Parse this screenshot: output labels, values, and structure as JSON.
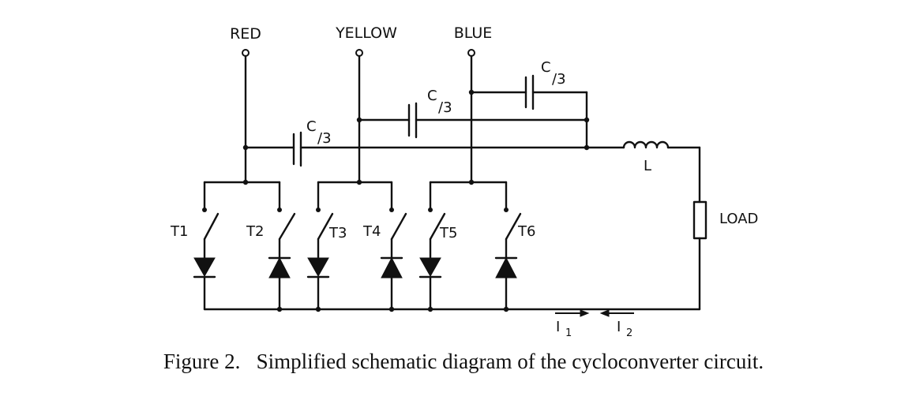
{
  "phases": {
    "red": "RED",
    "yellow": "YELLOW",
    "blue": "BLUE"
  },
  "capacitor_label": {
    "c": "C",
    "div": "/3"
  },
  "inductor_label": "L",
  "load_label": "LOAD",
  "thyristors": [
    "T1",
    "T2",
    "T3",
    "T4",
    "T5",
    "T6"
  ],
  "currents": {
    "i1": "I",
    "i1_sub": "1",
    "i2": "I",
    "i2_sub": "2"
  },
  "caption": "Figure 2.   Simplified schematic diagram of the cycloconverter circuit."
}
